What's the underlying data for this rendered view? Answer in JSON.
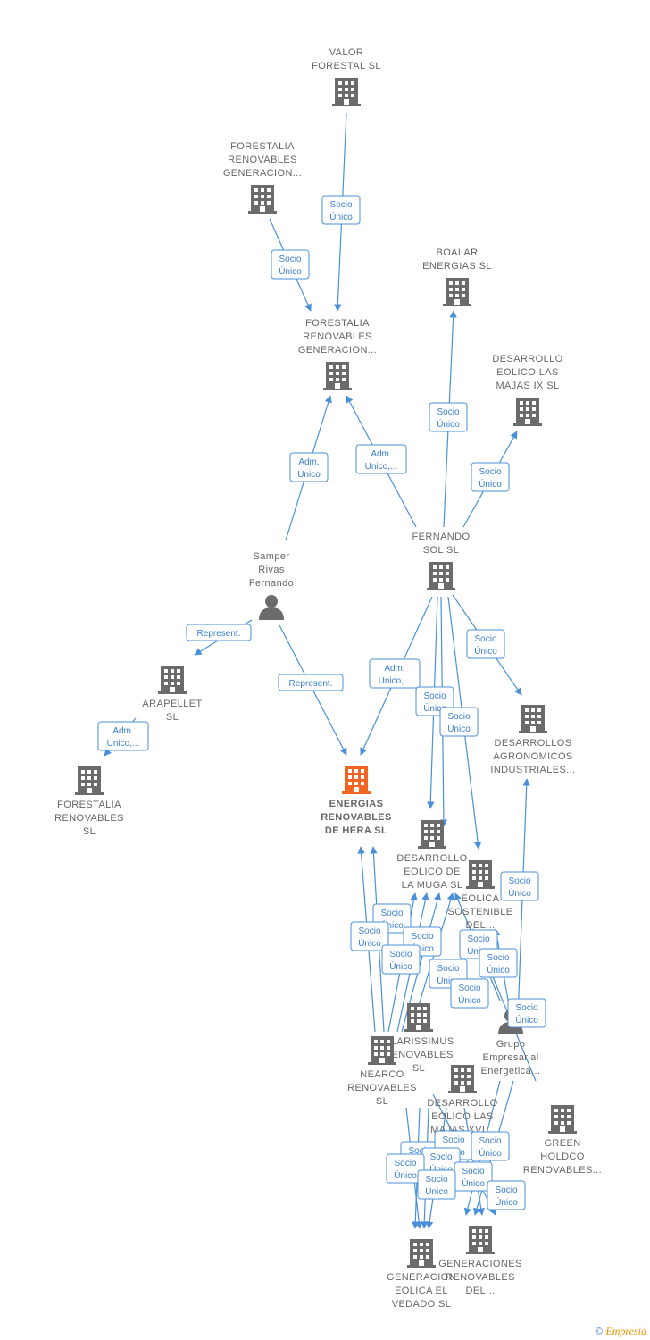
{
  "colors": {
    "node": "#6b6b6b",
    "focus": "#f26522",
    "edge": "#4a90d9"
  },
  "footer": {
    "copyright": "©",
    "brand_e": "E",
    "brand_rest": "mpresia"
  },
  "nodes": [
    {
      "id": "valor",
      "type": "company",
      "lines": [
        "VALOR",
        "FORESTAL SL"
      ]
    },
    {
      "id": "fr1",
      "type": "company",
      "lines": [
        "FORESTALIA",
        "RENOVABLES",
        "GENERACION..."
      ]
    },
    {
      "id": "fr2",
      "type": "company",
      "lines": [
        "FORESTALIA",
        "RENOVABLES",
        "GENERACION..."
      ]
    },
    {
      "id": "boalar",
      "type": "company",
      "lines": [
        "BOALAR",
        "ENERGIAS  SL"
      ]
    },
    {
      "id": "majasix",
      "type": "company",
      "lines": [
        "DESARROLLO",
        "EOLICO LAS",
        "MAJAS IX  SL"
      ]
    },
    {
      "id": "fernando",
      "type": "company",
      "lines": [
        "FERNANDO",
        "SOL SL"
      ]
    },
    {
      "id": "samper",
      "type": "person",
      "lines": [
        "Samper",
        "Rivas",
        "Fernando"
      ]
    },
    {
      "id": "arapellet",
      "type": "company",
      "lines": [
        "ARAPELLET",
        "SL"
      ]
    },
    {
      "id": "frsl",
      "type": "company",
      "lines": [
        "FORESTALIA",
        "RENOVABLES",
        "SL"
      ]
    },
    {
      "id": "hera",
      "type": "focus",
      "lines": [
        "ENERGIAS",
        "RENOVABLES",
        "DE HERA  SL"
      ]
    },
    {
      "id": "agro",
      "type": "company",
      "lines": [
        "DESARROLLOS",
        "AGRONOMICOS",
        "INDUSTRIALES..."
      ]
    },
    {
      "id": "muga",
      "type": "company",
      "lines": [
        "DESARROLLO",
        "EOLICO DE",
        "LA MUGA SL"
      ]
    },
    {
      "id": "eolica",
      "type": "company",
      "lines": [
        "EOLICA",
        "SOSTENIBLE",
        "DEL..."
      ]
    },
    {
      "id": "clarissimus",
      "type": "company",
      "lines": [
        "CLARISSIMUS",
        "RENOVABLES",
        "SL"
      ]
    },
    {
      "id": "nearco",
      "type": "company",
      "lines": [
        "NEARCO",
        "RENOVABLES",
        "SL"
      ]
    },
    {
      "id": "grupo",
      "type": "person",
      "lines": [
        "Grupo",
        "Empresarial",
        "Energetica..."
      ]
    },
    {
      "id": "majasxvi",
      "type": "company",
      "lines": [
        "DESARROLLO",
        "EOLICO LAS",
        "MAJAS XVI..."
      ]
    },
    {
      "id": "green",
      "type": "company",
      "lines": [
        "GREEN",
        "HOLDCO",
        "RENOVABLES..."
      ]
    },
    {
      "id": "vedado",
      "type": "company",
      "lines": [
        "GENERACION",
        "EOLICA EL",
        "VEDADO SL"
      ]
    },
    {
      "id": "gendel",
      "type": "company",
      "lines": [
        "GENERACIONES",
        "RENOVABLES",
        "DEL..."
      ]
    }
  ],
  "edge_labels": [
    {
      "id": "l1",
      "lines": [
        "Socio",
        "Único"
      ]
    },
    {
      "id": "l2",
      "lines": [
        "Socio",
        "Único"
      ]
    },
    {
      "id": "l3",
      "lines": [
        "Socio",
        "Único"
      ]
    },
    {
      "id": "l4",
      "lines": [
        "Socio",
        "Único"
      ]
    },
    {
      "id": "l5",
      "lines": [
        "Adm.",
        "Unico"
      ]
    },
    {
      "id": "l6",
      "lines": [
        "Adm.",
        "Unico,..."
      ]
    },
    {
      "id": "l7",
      "lines": [
        "Represent."
      ]
    },
    {
      "id": "l8",
      "lines": [
        "Represent."
      ]
    },
    {
      "id": "l9",
      "lines": [
        "Adm.",
        "Unico,..."
      ]
    },
    {
      "id": "l10",
      "lines": [
        "Adm.",
        "Unico,..."
      ]
    },
    {
      "id": "l11",
      "lines": [
        "Socio",
        "Único"
      ]
    },
    {
      "id": "l12",
      "lines": [
        "Socio",
        "Único"
      ]
    },
    {
      "id": "l13",
      "lines": [
        "Socio",
        "Único"
      ]
    },
    {
      "id": "l14",
      "lines": [
        "Socio",
        "Único"
      ]
    },
    {
      "id": "l15",
      "lines": [
        "Socio",
        "Único"
      ]
    },
    {
      "id": "l16",
      "lines": [
        "Socio",
        "Único"
      ]
    },
    {
      "id": "l17",
      "lines": [
        "Socio",
        "Único"
      ]
    },
    {
      "id": "l18",
      "lines": [
        "Socio",
        "Único"
      ]
    },
    {
      "id": "l19",
      "lines": [
        "Socio",
        "Único"
      ]
    },
    {
      "id": "l20",
      "lines": [
        "Socio",
        "Único"
      ]
    },
    {
      "id": "l21",
      "lines": [
        "Socio",
        "Único"
      ]
    },
    {
      "id": "l22",
      "lines": [
        "Socio",
        "Único"
      ]
    },
    {
      "id": "l23",
      "lines": [
        "Socio",
        "Único"
      ]
    },
    {
      "id": "l24",
      "lines": [
        "Socio",
        "Único"
      ]
    },
    {
      "id": "l25",
      "lines": [
        "Socio",
        "Único"
      ]
    },
    {
      "id": "l26",
      "lines": [
        "Socio",
        "Único"
      ]
    },
    {
      "id": "l27",
      "lines": [
        "Socio",
        "Único"
      ]
    },
    {
      "id": "l28",
      "lines": [
        "Socio",
        "Único"
      ]
    },
    {
      "id": "l29",
      "lines": [
        "Socio",
        "Único"
      ]
    },
    {
      "id": "l30",
      "lines": [
        "Socio",
        "Único"
      ]
    },
    {
      "id": "l31",
      "lines": [
        "Socio",
        "Único"
      ]
    },
    {
      "id": "l32",
      "lines": [
        "Socio",
        "Único"
      ]
    }
  ]
}
